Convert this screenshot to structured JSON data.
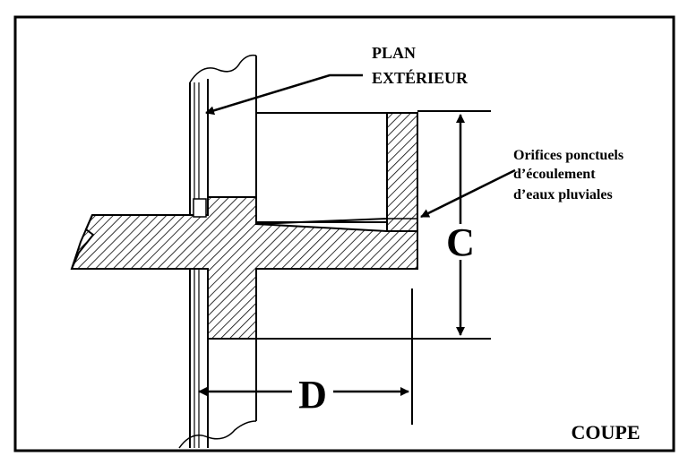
{
  "labels": {
    "plan_exterieur_line1": "PLAN",
    "plan_exterieur_line2": "EXTÉRIEUR",
    "orifices_line1": "Orifices ponctuels",
    "orifices_line2": "d’écoulement",
    "orifices_line3": "d’eaux pluviales",
    "dimension_c": "C",
    "dimension_d": "D",
    "view_title": "COUPE"
  },
  "colors": {
    "ink": "#000000",
    "paper": "#ffffff"
  }
}
